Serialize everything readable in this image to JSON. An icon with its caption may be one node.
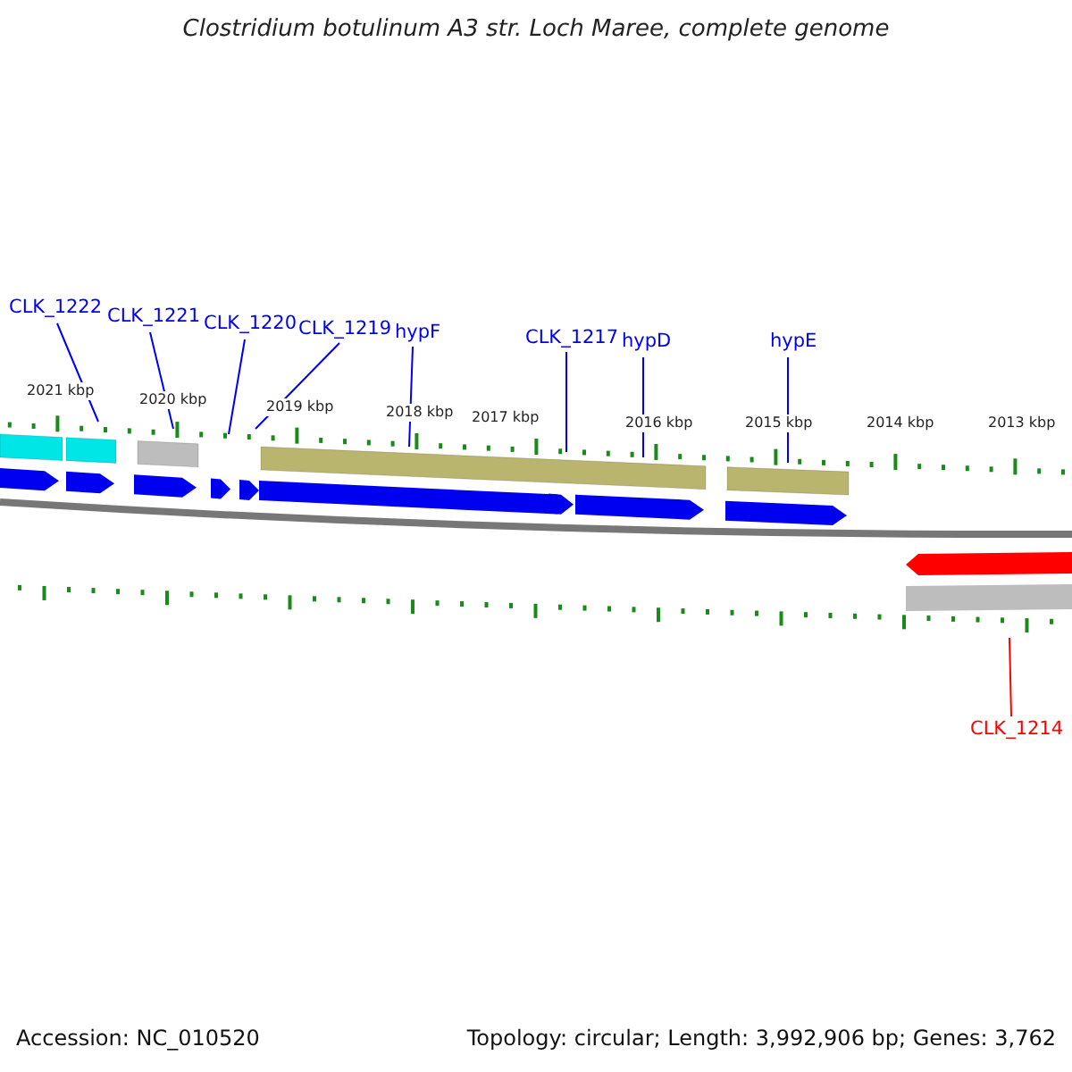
{
  "diagram": {
    "title": "Clostridium botulinum A3 str. Loch Maree, complete genome",
    "nodes": [
      {
        "text": [
          "CLK_1222"
        ]
      },
      {
        "text": [
          "CLK_1221"
        ]
      },
      {
        "text": [
          "CLK_1220"
        ]
      },
      {
        "text": [
          "CLK_1219"
        ]
      },
      {
        "text": [
          "hypF"
        ]
      },
      {
        "text": [
          "CLK_1217"
        ]
      },
      {
        "text": [
          "hypD"
        ]
      },
      {
        "text": [
          "hypE"
        ]
      },
      {
        "text": [
          "CLK_1214"
        ]
      }
    ],
    "edges": [
      {
        "from": 0,
        "to": null,
        "arrow": "none"
      },
      {
        "from": 1,
        "to": null,
        "arrow": "none"
      },
      {
        "from": 2,
        "to": null,
        "arrow": "none"
      },
      {
        "from": 3,
        "to": null,
        "arrow": "none"
      },
      {
        "from": 4,
        "to": null,
        "arrow": "none"
      },
      {
        "from": 5,
        "to": null,
        "arrow": "none"
      },
      {
        "from": 6,
        "to": null,
        "arrow": "none"
      },
      {
        "from": 7,
        "to": null,
        "arrow": "none"
      },
      {
        "from": 8,
        "to": null,
        "arrow": "none",
        "color": "#ff0000"
      }
    ],
    "labels": [
      "2021 kbp",
      "2020 kbp",
      "2019 kbp",
      "2018 kbp",
      "2017 kbp",
      "2016 kbp",
      "2015 kbp",
      "2014 kbp",
      "2013 kbp",
      "Accession: NC_010520",
      "Topology: circular; Length: 3,992,906 bp; Genes: 3,762"
    ]
  }
}
